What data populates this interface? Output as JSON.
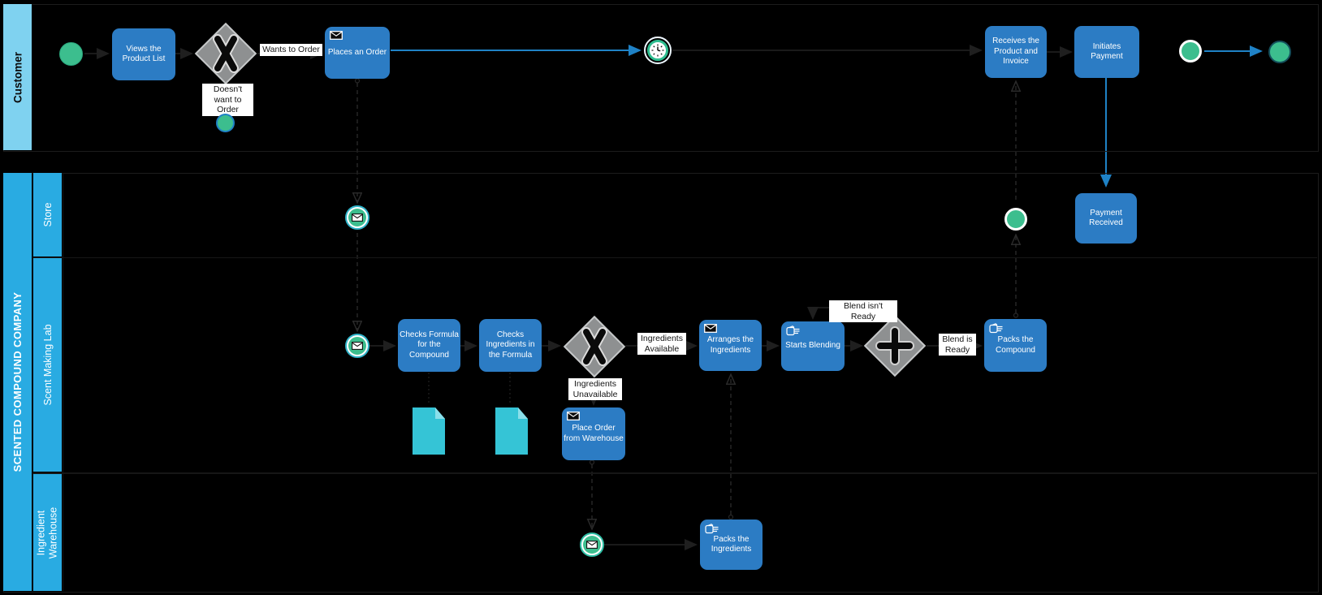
{
  "diagram": {
    "customer_pool": {
      "label": "Customer"
    },
    "company_pool": {
      "label": "SCENTED COMPOUND COMPANY",
      "lanes": [
        {
          "id": "store",
          "label": "Store"
        },
        {
          "id": "lab",
          "label": "Scent Making Lab"
        },
        {
          "id": "warehouse",
          "label": "Ingredient Warehouse"
        }
      ]
    },
    "tasks": {
      "views_product_list": {
        "label": "Views the Product List"
      },
      "places_order": {
        "label": "Places an Order",
        "icon": "envelope-icon"
      },
      "receives_product": {
        "label": "Receives the Product and Invoice"
      },
      "initiates_payment": {
        "label": "Initiates Payment"
      },
      "payment_received": {
        "label": "Payment Received"
      },
      "checks_formula": {
        "label": "Checks Formula for the Compound"
      },
      "checks_ingredients": {
        "label": "Checks Ingredients in the Formula"
      },
      "arranges_ingredients": {
        "label": "Arranges the Ingredients",
        "icon": "envelope-icon"
      },
      "starts_blending": {
        "label": "Starts Blending",
        "icon": "hand-icon"
      },
      "packs_compound": {
        "label": "Packs the Compound",
        "icon": "hand-icon"
      },
      "place_order_warehouse": {
        "label": "Place Order from Warehouse",
        "icon": "envelope-icon"
      },
      "packs_ingredients": {
        "label": "Packs the Ingredients",
        "icon": "hand-icon"
      }
    },
    "flow_labels": {
      "wants_to_order": "Wants to Order",
      "doesnt_want_to_order": "Doesn't want to Order",
      "ingredients_available": "Ingredients Available",
      "ingredients_unavailable": "Ingredients Unavailable",
      "blend_isnt_ready": "Blend isn't Ready",
      "blend_is_ready": "Blend is Ready"
    },
    "icons": {
      "message_task": "envelope-icon",
      "manual_task": "hand-icon",
      "timer_event": "clock-icon",
      "message_event": "envelope-circle-icon",
      "exclusive_gateway": "x-marker-icon",
      "parallel_gateway": "plus-marker-icon"
    },
    "colors": {
      "background": "#000000",
      "task_fill": "#2C7CC4",
      "lane_fill": "#29ABE2",
      "customer_lane_fill": "#7FD2F0",
      "event_green": "#3CBE8E",
      "data_object_fill": "#35C4D6",
      "arrow_blue": "#1F82C6",
      "gateway_gray": "#8E9091"
    }
  }
}
